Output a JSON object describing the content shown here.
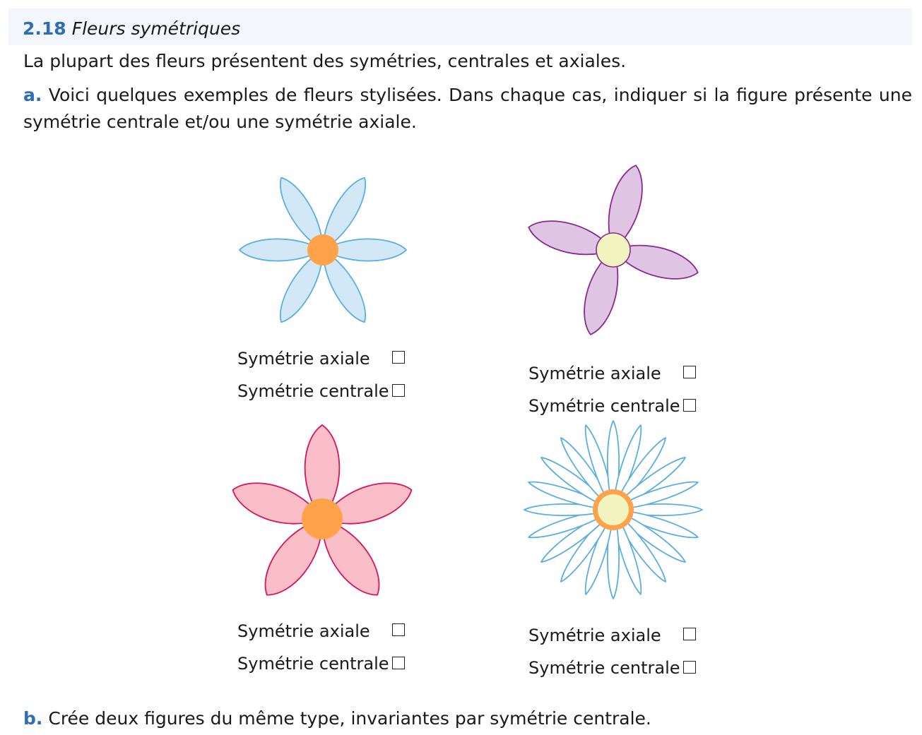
{
  "exercise": {
    "number": "2.18",
    "title": "Fleurs symétriques"
  },
  "intro": "La plupart des fleurs présentent des symétries, centrales et axiales.",
  "part_a": {
    "label": "a.",
    "line1": "Voici quelques exemples de fleurs stylisées. Dans chaque cas, indiquer si la figure présente une",
    "line2": "symétrie centrale et/ou une symétrie axiale."
  },
  "options": {
    "axial": "Symétrie axiale",
    "central": "Symétrie centrale"
  },
  "flowers": [
    {
      "petals": 6,
      "petal_fill": "#d3e8f7",
      "petal_stroke": "#5aafe0",
      "center_fill": "#ffa24a"
    },
    {
      "petals": 4,
      "petal_fill": "#dfc4e3",
      "petal_stroke": "#8a2a90",
      "center_fill": "#f2f4c0"
    },
    {
      "petals": 5,
      "petal_fill": "#f9bec8",
      "petal_stroke": "#d9145a",
      "center_fill": "#ffa24a"
    },
    {
      "petals": 20,
      "petal_fill": "#ffffff",
      "petal_stroke": "#5aafe0",
      "center_fill": "#f2f4c0",
      "ring_color": "#ffa24a"
    }
  ],
  "part_b": {
    "label": "b.",
    "text": "Crée deux figures du même type, invariantes par symétrie centrale."
  }
}
